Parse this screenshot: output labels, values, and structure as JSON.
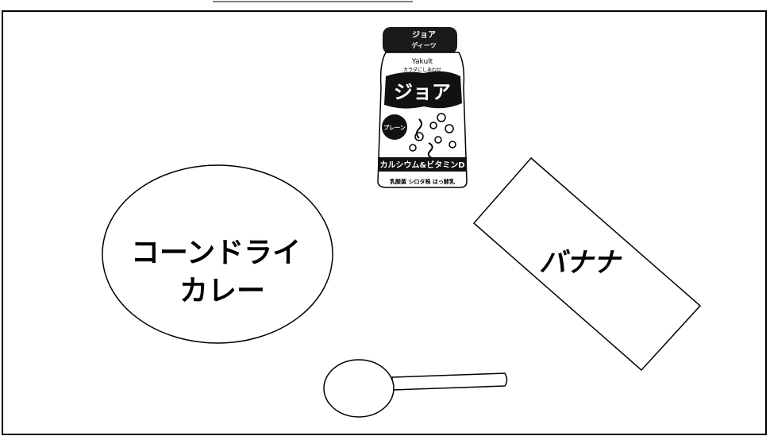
{
  "bottle": {
    "brand_top": "ジョア",
    "brand_sub": "ディーツ",
    "maker": "Yakult",
    "maker_sub": "カラダにしあわせ",
    "logo_text": "ジョア",
    "flavor_badge": "プレーン",
    "band_text": "カルシウム&ビタミンD",
    "footer_text": "乳酸菌 シロタ株 はっ酵乳"
  },
  "plate": {
    "line1": "コーンドライ",
    "line2": "カレー"
  },
  "tray": {
    "label": "バナナ"
  },
  "spoon": {}
}
